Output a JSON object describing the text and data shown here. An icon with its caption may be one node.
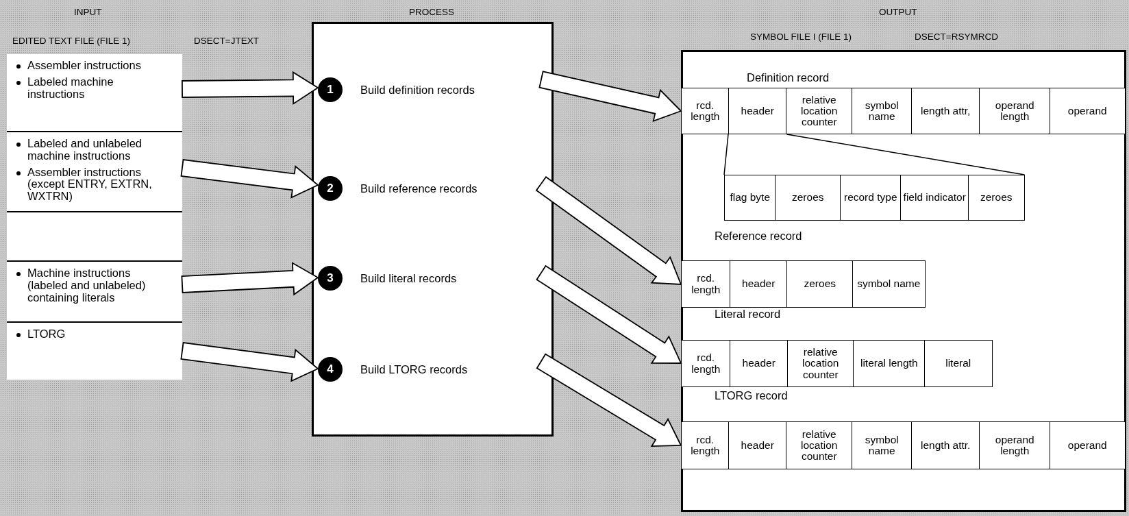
{
  "diagram": {
    "nodes": [
      {
        "text": [
          "EDITED TEXT FILE (FILE 1)",
          "DSECT=JTEXT"
        ]
      },
      {
        "text": [
          "Assembler instructions",
          "Labeled machine instructions"
        ],
        "in": 0
      },
      {
        "text": [
          "Labeled and unlabeled machine instructions",
          "Assembler instructions (except ENTRY, EXTRN, WXTRN)"
        ],
        "in": 0
      },
      {
        "text": [],
        "shape": "box",
        "in": 0
      },
      {
        "text": [
          "Machine instructions (labeled and unlabeled) containing literals"
        ],
        "in": 0
      },
      {
        "text": [
          "LTORG"
        ],
        "in": 0
      },
      {
        "text": [],
        "shape": "box"
      },
      {
        "text": [
          "1",
          "Build definition records"
        ],
        "in": 6
      },
      {
        "text": [
          "2",
          "Build reference records"
        ],
        "in": 6
      },
      {
        "text": [
          "3",
          "Build literal records"
        ],
        "in": 6
      },
      {
        "text": [
          "4",
          "Build LTORG records"
        ],
        "in": 6
      },
      {
        "text": [
          "SYMBOL FILE I (FILE 1)",
          "DSECT=RSYMRCD"
        ]
      },
      {
        "text": [
          "rcd. length"
        ],
        "in": 11
      },
      {
        "text": [
          "header"
        ],
        "in": 11
      },
      {
        "text": [
          "relative location counter"
        ],
        "in": 11
      },
      {
        "text": [
          "symbol name"
        ],
        "in": 11
      },
      {
        "text": [
          "length attr,"
        ],
        "in": 11
      },
      {
        "text": [
          "operand length"
        ],
        "in": 11
      },
      {
        "text": [
          "operand"
        ],
        "in": 11
      },
      {
        "text": [
          "flag byte"
        ],
        "in": 11
      },
      {
        "text": [
          "zeroes"
        ],
        "in": 11
      },
      {
        "text": [
          "record type"
        ],
        "in": 11
      },
      {
        "text": [
          "field indicator"
        ],
        "in": 11
      },
      {
        "text": [
          "zeroes"
        ],
        "in": 11
      },
      {
        "text": [
          "rcd. length"
        ],
        "in": 11
      },
      {
        "text": [
          "header"
        ],
        "in": 11
      },
      {
        "text": [
          "zeroes"
        ],
        "in": 11
      },
      {
        "text": [
          "symbol name"
        ],
        "in": 11
      },
      {
        "text": [
          "rcd. length"
        ],
        "in": 11
      },
      {
        "text": [
          "header"
        ],
        "in": 11
      },
      {
        "text": [
          "relative location counter"
        ],
        "in": 11
      },
      {
        "text": [
          "literal length"
        ],
        "in": 11
      },
      {
        "text": [
          "literal"
        ],
        "in": 11
      },
      {
        "text": [
          "rcd. length"
        ],
        "in": 11
      },
      {
        "text": [
          "header"
        ],
        "in": 11
      },
      {
        "text": [
          "relative location counter"
        ],
        "in": 11
      },
      {
        "text": [
          "symbol name"
        ],
        "in": 11
      },
      {
        "text": [
          "length attr."
        ],
        "in": 11
      },
      {
        "text": [
          "operand length"
        ],
        "in": 11
      },
      {
        "text": [
          "operand"
        ],
        "in": 11
      }
    ],
    "edges": [
      {
        "from": 1,
        "to": 7,
        "arrow": "to"
      },
      {
        "from": 2,
        "to": 8,
        "arrow": "to"
      },
      {
        "from": 4,
        "to": 9,
        "arrow": "to"
      },
      {
        "from": 5,
        "to": 10,
        "arrow": "to"
      },
      {
        "from": 7,
        "to": 12,
        "arrow": "to"
      },
      {
        "from": 8,
        "to": 24,
        "arrow": "to"
      },
      {
        "from": 9,
        "to": 28,
        "arrow": "to"
      },
      {
        "from": 10,
        "to": 33,
        "arrow": "to"
      },
      {
        "from": 13,
        "to": 19,
        "arrow": "none"
      },
      {
        "from": 13,
        "to": 23,
        "arrow": "none"
      }
    ],
    "labels": [
      "INPUT",
      "PROCESS",
      "OUTPUT",
      "Definition record",
      "Reference record",
      "Literal record",
      "LTORG record"
    ]
  }
}
